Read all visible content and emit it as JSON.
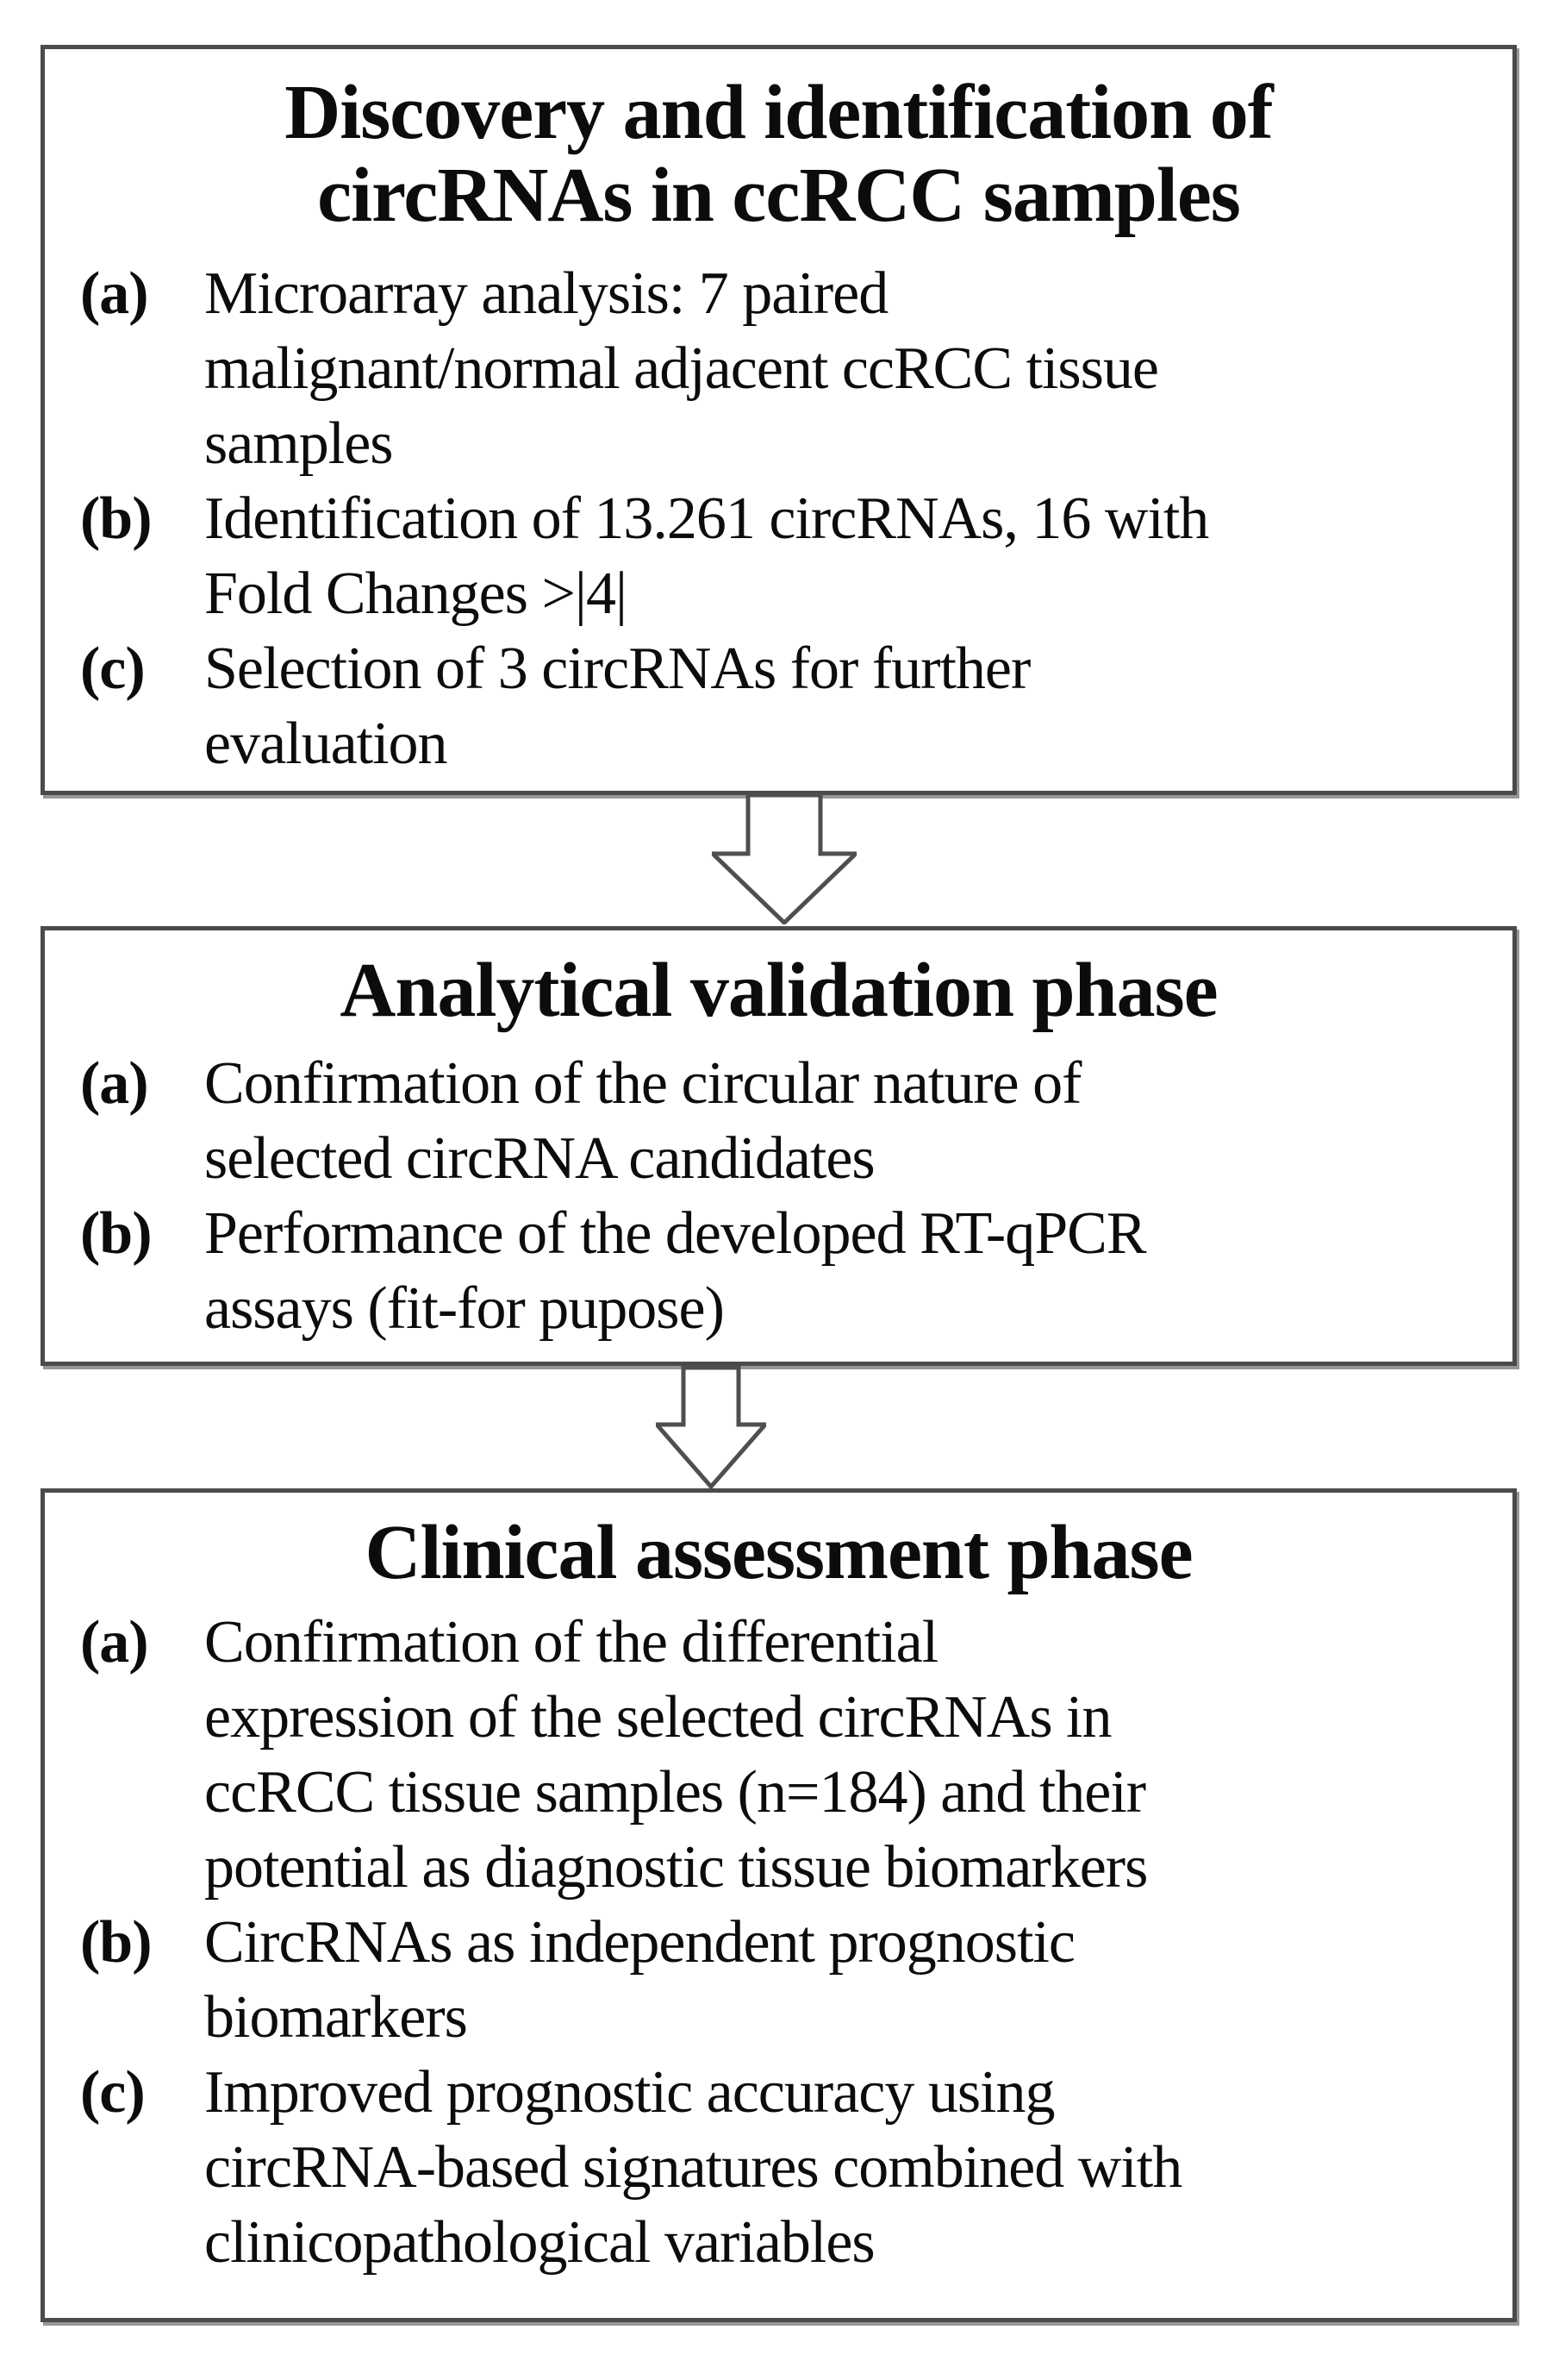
{
  "figure": {
    "boxes": [
      {
        "id": "discovery",
        "title": "Discovery and identification of\ncircRNAs in ccRCC samples",
        "items": [
          {
            "label": "(a)",
            "text": "Microarray analysis: 7 paired\nmalignant/normal adjacent ccRCC tissue\nsamples"
          },
          {
            "label": "(b)",
            "text": "Identification of 13.261 circRNAs, 16 with\nFold Changes >|4|"
          },
          {
            "label": "(c)",
            "text": "Selection of 3 circRNAs for further\nevaluation"
          }
        ]
      },
      {
        "id": "analytical-validation",
        "title": "Analytical validation phase",
        "items": [
          {
            "label": "(a)",
            "text": "Confirmation of the circular nature of\nselected circRNA candidates"
          },
          {
            "label": "(b)",
            "text": "Performance of the developed RT-qPCR\nassays (fit-for pupose)"
          }
        ]
      },
      {
        "id": "clinical-assessment",
        "title": "Clinical assessment phase",
        "items": [
          {
            "label": "(a)",
            "text": "Confirmation of the differential\nexpression of the selected circRNAs in\nccRCC tissue samples (n=184) and their\npotential as diagnostic tissue biomarkers"
          },
          {
            "label": "(b)",
            "text": "CircRNAs as independent prognostic\nbiomarkers"
          },
          {
            "label": "(c)",
            "text": "Improved prognostic accuracy using\ncircRNA-based signatures combined with\nclinicopathological variables"
          }
        ]
      }
    ],
    "colors": {
      "background": "#ffffff",
      "box_border": "#4b4b4b",
      "box_shadow": "#979797",
      "text": "#0c0c0c",
      "arrow_outline": "#4f4f4f",
      "arrow_fill": "#ffffff"
    }
  }
}
